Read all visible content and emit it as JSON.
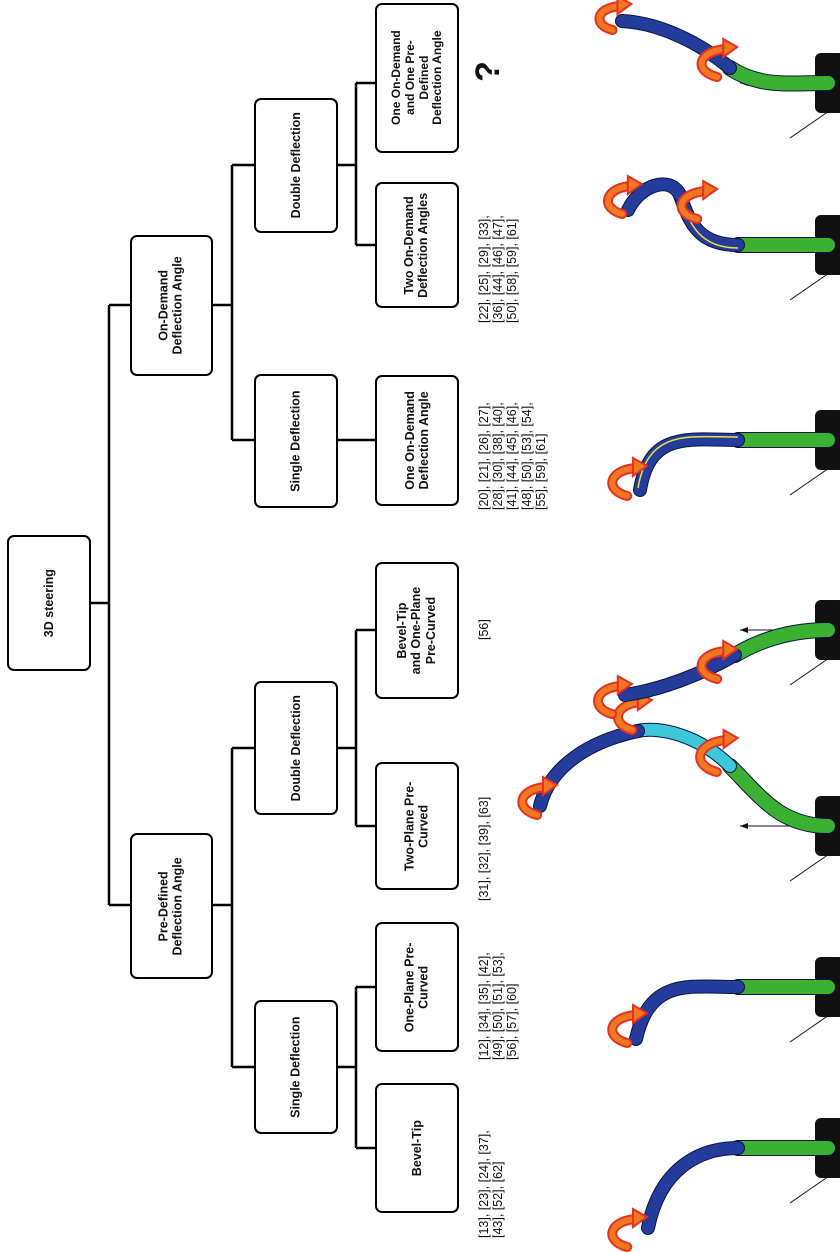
{
  "tree": {
    "root": "3D steering",
    "predefined": "Pre-Defined\nDeflection Angle",
    "ondemand": "On-Demand\nDeflection Angle",
    "pd_single": "Single Deflection",
    "pd_double": "Double Deflection",
    "od_single": "Single Deflection",
    "od_double": "Double Deflection",
    "leaf_bevel": "Bevel-Tip",
    "leaf_one_plane": "One-Plane Pre-\nCurved",
    "leaf_two_plane": "Two-Plane Pre-\nCurved",
    "leaf_bevel_one_plane": "Bevel-Tip\nand One-Plane\nPre-Curved",
    "leaf_one_ondemand": "One On-Demand\nDeflection Angle",
    "leaf_two_ondemand": "Two On-Demand\nDeflection Angles",
    "leaf_mixed": "One On-Demand\nand One Pre-\nDefined\nDeflection Angle"
  },
  "refs": {
    "bevel": [
      "[13], [23], [24], [37],",
      "[43], [52], [62]"
    ],
    "one_plane": [
      "[12], [34], [35], [42],",
      "[49], [50], [51], [53],",
      "[56], [57], [60]"
    ],
    "two_plane": [
      "[31], [32], [39], [63]"
    ],
    "bevel_one_plane": [
      "[56]"
    ],
    "one_ondemand": [
      "[20], [21], [26], [27],",
      "[28], [30], [38], [40],",
      "[41], [44], [45], [46],",
      "[48], [50], [53], [54],",
      "[55], [59], [61]"
    ],
    "two_ondemand": [
      "[22], [25], [29], [33],",
      "[36], [44], [46], [47],",
      "[50], [58], [59], [61]"
    ],
    "mixed": "?"
  },
  "colors": {
    "shaft_green": "#3cb030",
    "tip_blue": "#243c9c",
    "segment_cyan": "#3cc8d8",
    "arrow_orange": "#f07820",
    "arrow_red": "#e83020",
    "tendon_yellow": "#f0e040",
    "base_black": "#111111"
  }
}
